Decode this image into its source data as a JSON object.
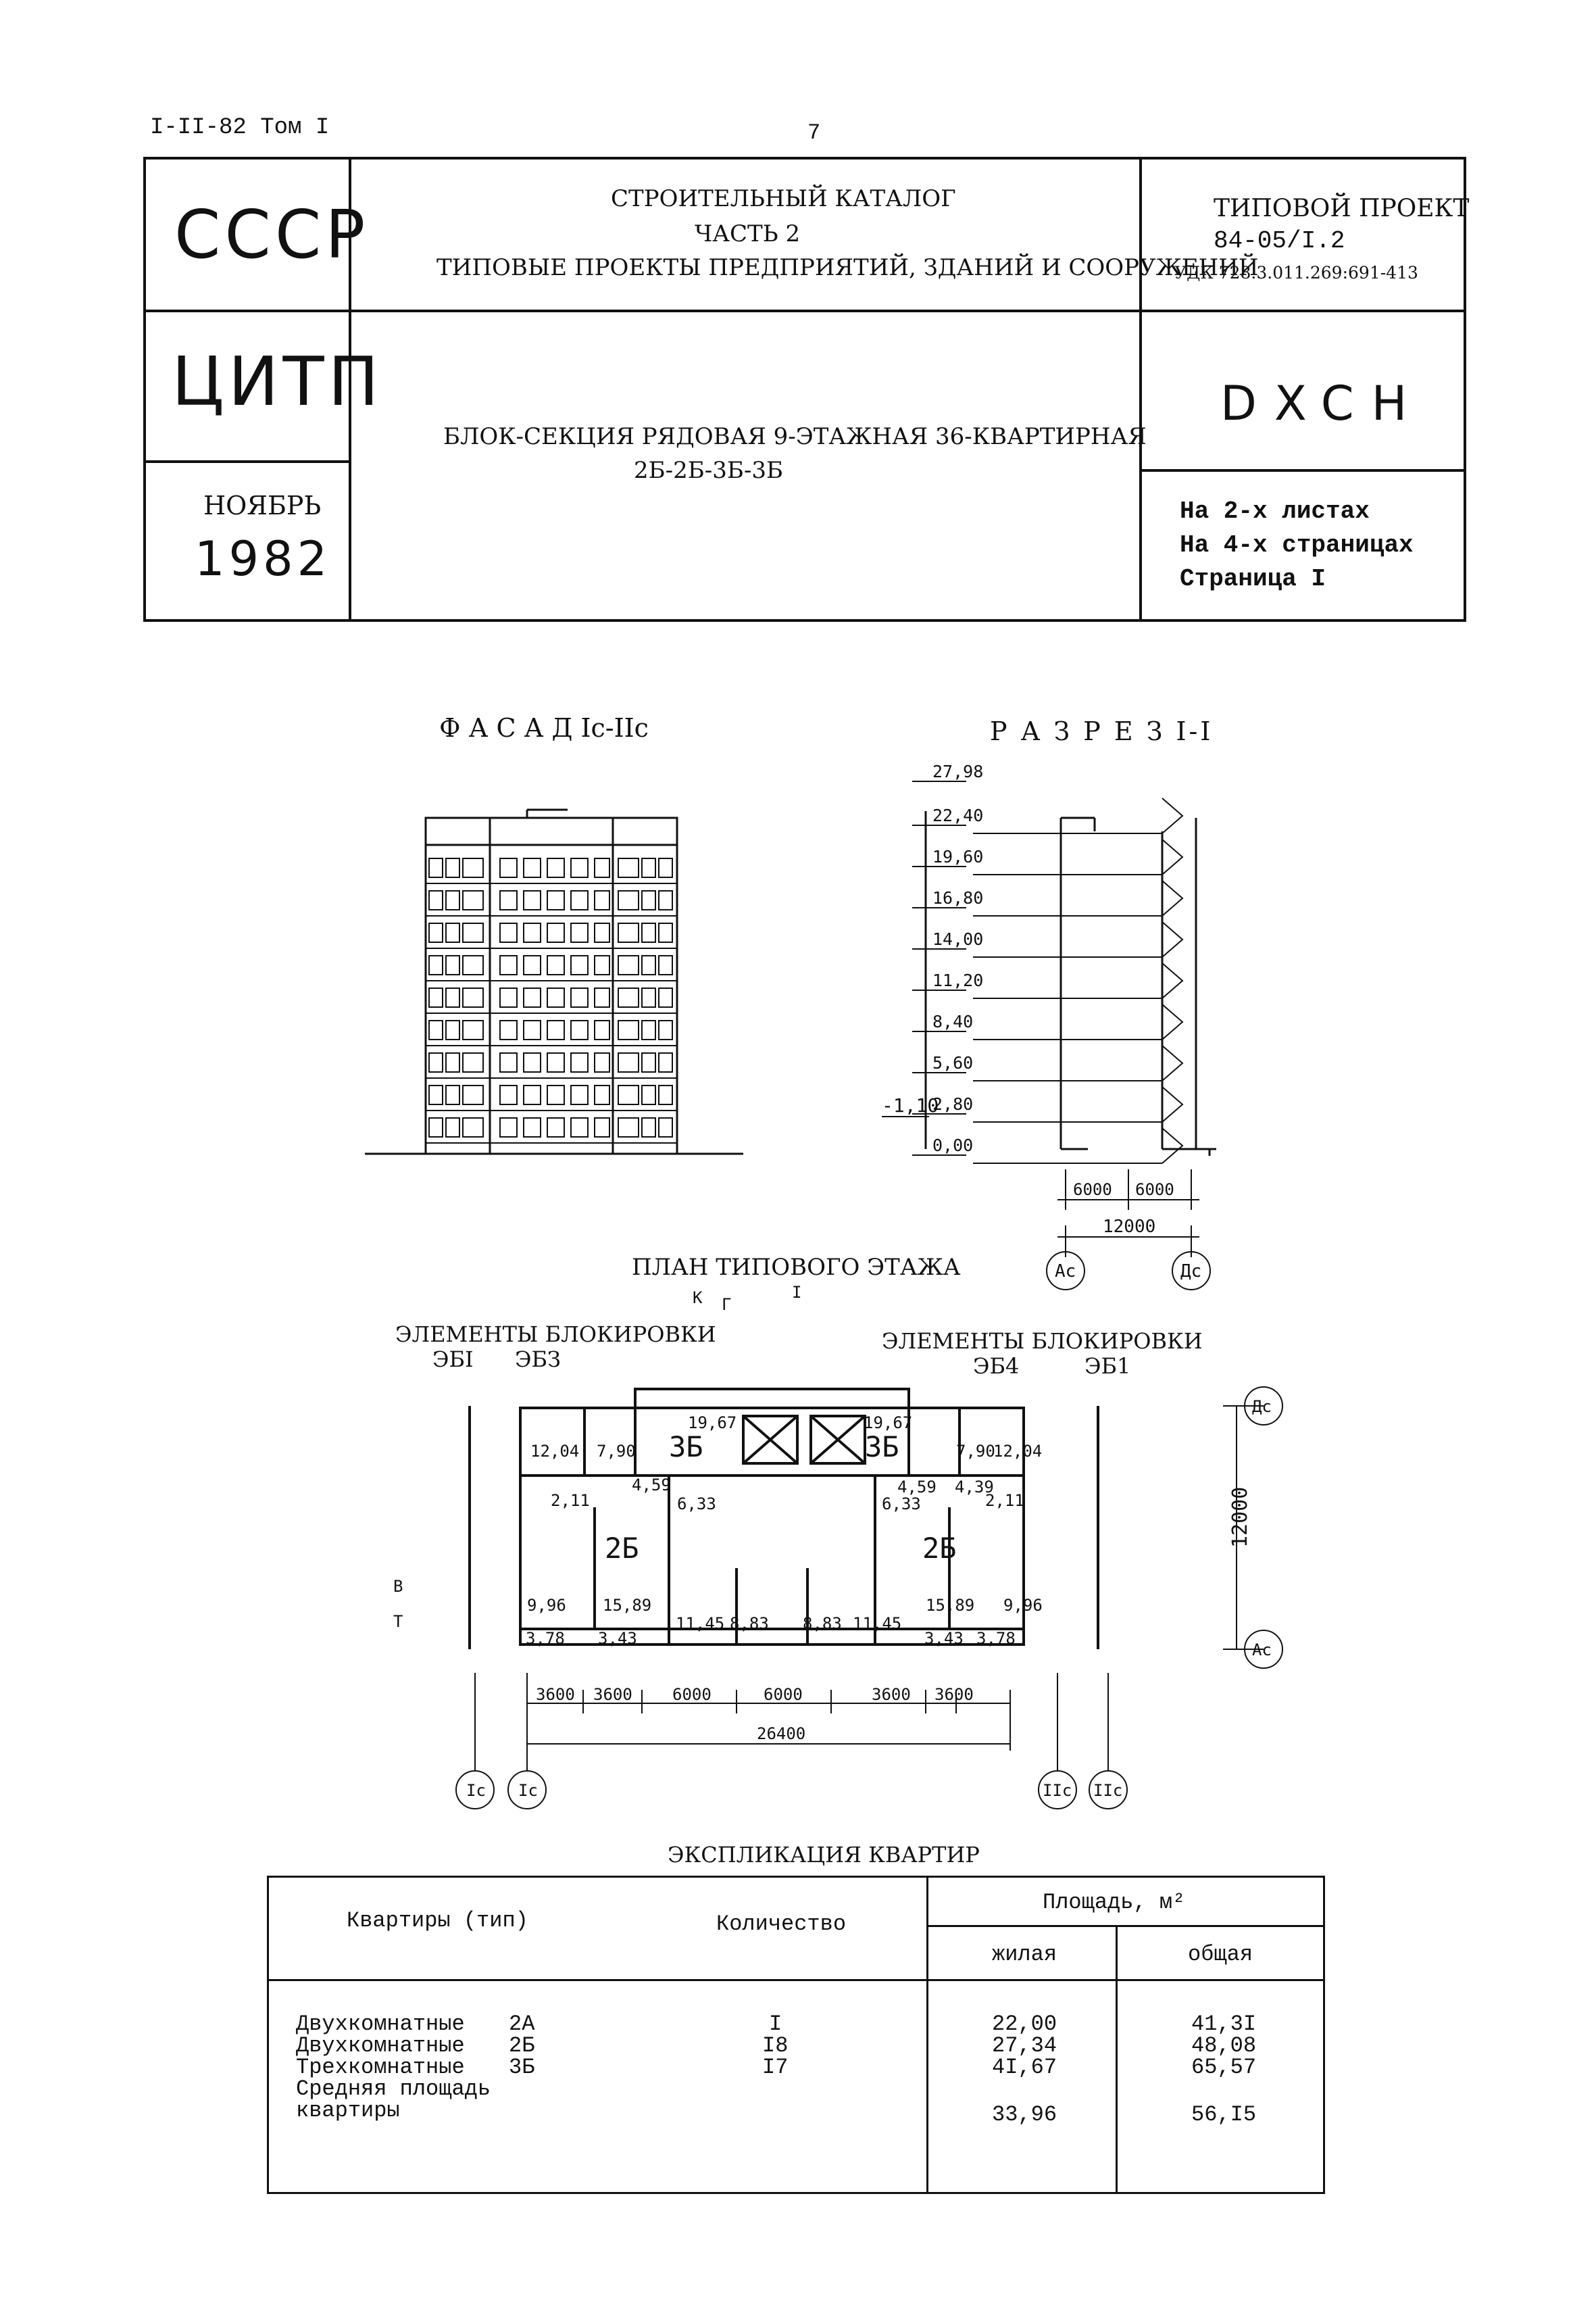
{
  "header": {
    "series": "I-II-82 Том I",
    "page_number": "7"
  },
  "title_block": {
    "org_1": "СССР",
    "org_2": "ЦИТП",
    "date_month": "НОЯБРЬ",
    "date_year": "1982",
    "catalog_line1": "СТРОИТЕЛЬНЫЙ КАТАЛОГ",
    "catalog_line2": "ЧАСТЬ 2",
    "catalog_line3": "ТИПОВЫЕ ПРОЕКТЫ ПРЕДПРИЯТИЙ, ЗДАНИЙ И СООРУЖЕНИЙ",
    "project_label": "ТИПОВОЙ ПРОЕКТ",
    "project_code": "84-05/I.2",
    "udc": "УДК 728.3.011.269:691-413",
    "subject_line1": "БЛОК-СЕКЦИЯ РЯДОВАЯ 9-ЭТАЖНАЯ 36-КВАРТИРНАЯ",
    "subject_line2": "2Б-2Б-3Б-3Б",
    "okhn": "DXCH",
    "sheets_1": "На  2-х листах",
    "sheets_2": "На  4-х страницах",
    "sheets_3": "Страница  I"
  },
  "drawings": {
    "facade_title": "Ф А С А Д  Iс-IIс",
    "section_title": "Р А З Р Е З  I-I",
    "levels": [
      "27,98",
      "22,40",
      "19,60",
      "16,80",
      "14,00",
      "11,20",
      "8,40",
      "5,60",
      "2,80",
      "0,00"
    ],
    "level_below": "-1,10",
    "section_dims": [
      "6000",
      "6000"
    ],
    "section_total": "12000",
    "section_axes": [
      "Ас",
      "Дс"
    ],
    "plan_title": "ПЛАН ТИПОВОГО ЭТАЖА",
    "block_left_label": "ЭЛЕМЕНТЫ БЛОКИРОВКИ",
    "block_left_codes": [
      "ЭБI",
      "ЭБЗ"
    ],
    "block_right_label": "ЭЛЕМЕНТЫ БЛОКИРОВКИ",
    "block_right_codes": [
      "ЭБ4",
      "ЭБ1"
    ],
    "plan_marks": [
      "К",
      "Г",
      "I",
      "В",
      "Т"
    ],
    "apt_types": [
      "3Б",
      "3Б",
      "2Б",
      "2Б"
    ],
    "room_areas_top": [
      "12,04",
      "7,90",
      "19,67",
      "19,67",
      "7,90",
      "12,04"
    ],
    "room_areas_mid": [
      "4,59",
      "4,59",
      "4,39",
      "2,11",
      "2,11",
      "6,33",
      "6,33"
    ],
    "room_areas_bottom": [
      "9,96",
      "15,89",
      "11,45",
      "8,83",
      "8,83",
      "11,45",
      "15,89",
      "9,96"
    ],
    "balcony_areas": [
      "3,78",
      "3,43",
      "3,43",
      "3,78"
    ],
    "plan_dims": [
      "3600",
      "3600",
      "6000",
      "6000",
      "3600",
      "3600"
    ],
    "plan_total": "26400",
    "plan_depth": "12000",
    "plan_axes_right": [
      "Дс",
      "Ас"
    ],
    "plan_axes_bottom": [
      "Iс",
      "Iс",
      "IIс",
      "IIс"
    ]
  },
  "explication": {
    "title": "ЭКСПЛИКАЦИЯ КВАРТИР",
    "col_type": "Квартиры (тип)",
    "col_count": "Количество",
    "col_area": "Площадь, м²",
    "col_living": "жилая",
    "col_total": "общая",
    "rows": [
      {
        "name": "Двухкомнатные",
        "type": "2А",
        "count": "I",
        "living": "22,00",
        "total": "41,3I"
      },
      {
        "name": "Двухкомнатные",
        "type": "2Б",
        "count": "I8",
        "living": "27,34",
        "total": "48,08"
      },
      {
        "name": "Трехкомнатные",
        "type": "3Б",
        "count": "I7",
        "living": "4I,67",
        "total": "65,57"
      }
    ],
    "avg_line1": "Средняя площадь",
    "avg_line2": "квартиры",
    "avg_living": "33,96",
    "avg_total": "56,I5"
  }
}
